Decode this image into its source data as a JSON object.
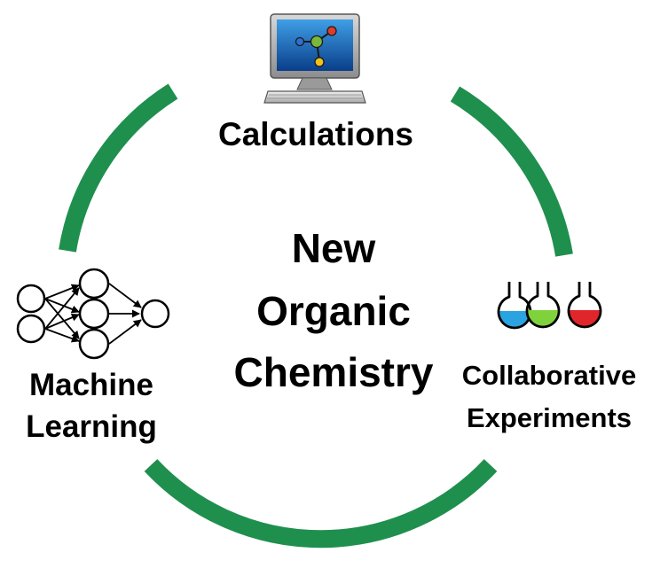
{
  "center": {
    "line1": "New",
    "line2": "Organic",
    "line3": "Chemistry"
  },
  "calculations": {
    "label": "Calculations",
    "icon": "computer-molecule-icon"
  },
  "machine_learning": {
    "line1": "Machine",
    "line2": "Learning",
    "icon": "neural-network-icon"
  },
  "collaborative": {
    "line1": "Collaborative",
    "line2": "Experiments",
    "icon": "flasks-icon"
  },
  "colors": {
    "arc": "#1f8f4e",
    "flask_blue": "#2aa3e0",
    "flask_green": "#7fd23c",
    "flask_red": "#e0262a",
    "atom_green": "#7ab83a",
    "atom_blue": "#2f6fd1",
    "atom_red": "#e23b2c",
    "atom_yellow": "#f2c21b"
  }
}
